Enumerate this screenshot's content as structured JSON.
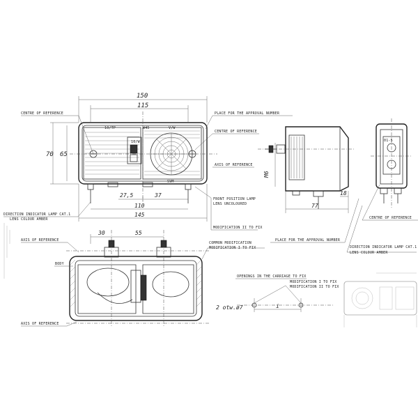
{
  "labels": {
    "centre_of_reference_tl": "CENTRE OF REFERENCE",
    "place_approval_top": "PLACE FOR THE APPROVAL NUMBER",
    "centre_of_reference_mid": "CENTRE OF REFERENCE",
    "axis_of_reference_mid": "AXIS OF REFERENCE",
    "front_position_lamp": "FRONT POSITION LAMP",
    "lens_uncoloured": "LENS UNCOLOURED",
    "modification_2": "MODIFICATION II TO FIX",
    "direction_indicator_left": "DIRECTION INDICATOR LAMP CAT.1",
    "lens_amber_left": "LENS COLOUR AMBER",
    "axis_of_reference_left": "AXIS OF REFERENCE",
    "body": "BODY",
    "axis_of_reference_bottom": "AXIS OF REFERENCE",
    "common_modification": "COMMON MODIFICATION",
    "modification_1": "MODIFICATION I TO FIX",
    "place_approval_right": "PLACE FOR THE APPROVAL NUMBER",
    "centre_of_reference_right": "CENTRE OF REFERENCE",
    "direction_indicator_right": "DIRECTION INDICATOR LAMP CAT.1",
    "lens_amber_right": "LENS COLOUR AMBER",
    "openings": "OPENINGS IN THE CARRIAGE TO FIX",
    "mod_1_to_fix": "MODIFICATION I TO FIX",
    "mod_2_to_fix": "MODIFICATION II TO FIX",
    "hole_spec": "2 otw.ø7",
    "lens_marks": [
      "10/TP",
      "W45",
      "10/W",
      "V/W",
      "SVM"
    ]
  },
  "dimensions": {
    "width_150": "150",
    "width_115": "115",
    "height_70": "70",
    "height_65": "65",
    "d_27_5": "27,5",
    "d_37": "37",
    "d_110": "110",
    "d_145": "145",
    "d_30": "30",
    "d_55": "55",
    "d_m6": "M6",
    "d_18": "18",
    "d_77": "77",
    "d_i": "i"
  }
}
